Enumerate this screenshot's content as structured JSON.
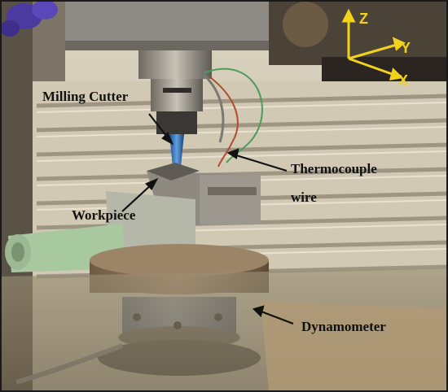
{
  "annotations": {
    "milling_cutter": "Milling Cutter",
    "thermocouple_line1": "Thermocouple",
    "thermocouple_line2": "wire",
    "workpiece": "Workpiece",
    "dynamometer": "Dynamometer"
  },
  "axes": {
    "z": "Z",
    "y": "Y",
    "x": "X",
    "color": "#f2d21b"
  },
  "colors": {
    "label_text": "#111111",
    "arrow": "#111111",
    "frame": "#1a1a1a"
  }
}
